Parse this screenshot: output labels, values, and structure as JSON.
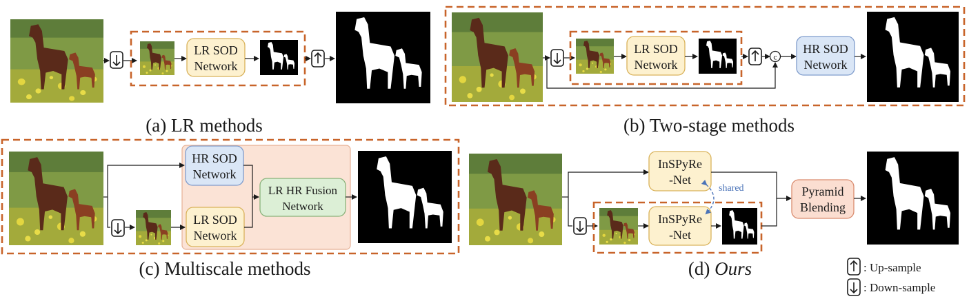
{
  "colors": {
    "accent_dashed": "#c8642a",
    "lr_sod_fill": "#fdf1cf",
    "lr_sod_stroke": "#d9b25a",
    "hr_sod_fill": "#dae6f6",
    "hr_sod_stroke": "#7f9ccc",
    "fusion_fill": "#dcefd6",
    "fusion_stroke": "#89b27a",
    "blending_fill": "#fbded1",
    "blending_stroke": "#d98a6d",
    "multiscale_bg": "#fbe3d6",
    "shared_arrow": "#4a73b8"
  },
  "panel_a": {
    "caption": "(a) LR methods",
    "lr_sod_line1": "LR SOD",
    "lr_sod_line2": "Network"
  },
  "panel_b": {
    "caption": "(b) Two-stage methods",
    "lr_sod_line1": "LR SOD",
    "lr_sod_line2": "Network",
    "concat_symbol": "c",
    "hr_sod_line1": "HR SOD",
    "hr_sod_line2": "Network"
  },
  "panel_c": {
    "caption": "(c) Multiscale methods",
    "hr_sod_line1": "HR SOD",
    "hr_sod_line2": "Network",
    "lr_sod_line1": "LR SOD",
    "lr_sod_line2": "Network",
    "fusion_line1": "LR HR Fusion",
    "fusion_line2": "Network"
  },
  "panel_d": {
    "caption_prefix": "(d) ",
    "caption_emph": "Ours",
    "inspyrenet_top_line1": "InSPyRe",
    "inspyrenet_top_line2": "-Net",
    "inspyrenet_bottom_line1": "InSPyRe",
    "inspyrenet_bottom_line2": "-Net",
    "shared_label": "shared",
    "blending_line1": "Pyramid",
    "blending_line2": "Blending"
  },
  "legend": {
    "up_symbol": "↑",
    "up_label": ": Up-sample",
    "down_symbol": "↓",
    "down_label": ": Down-sample"
  },
  "icons": {
    "input_image": "horse-photo-icon",
    "output_mask": "saliency-mask-icon",
    "up_sample": "up-arrow-icon",
    "down_sample": "down-arrow-icon"
  }
}
